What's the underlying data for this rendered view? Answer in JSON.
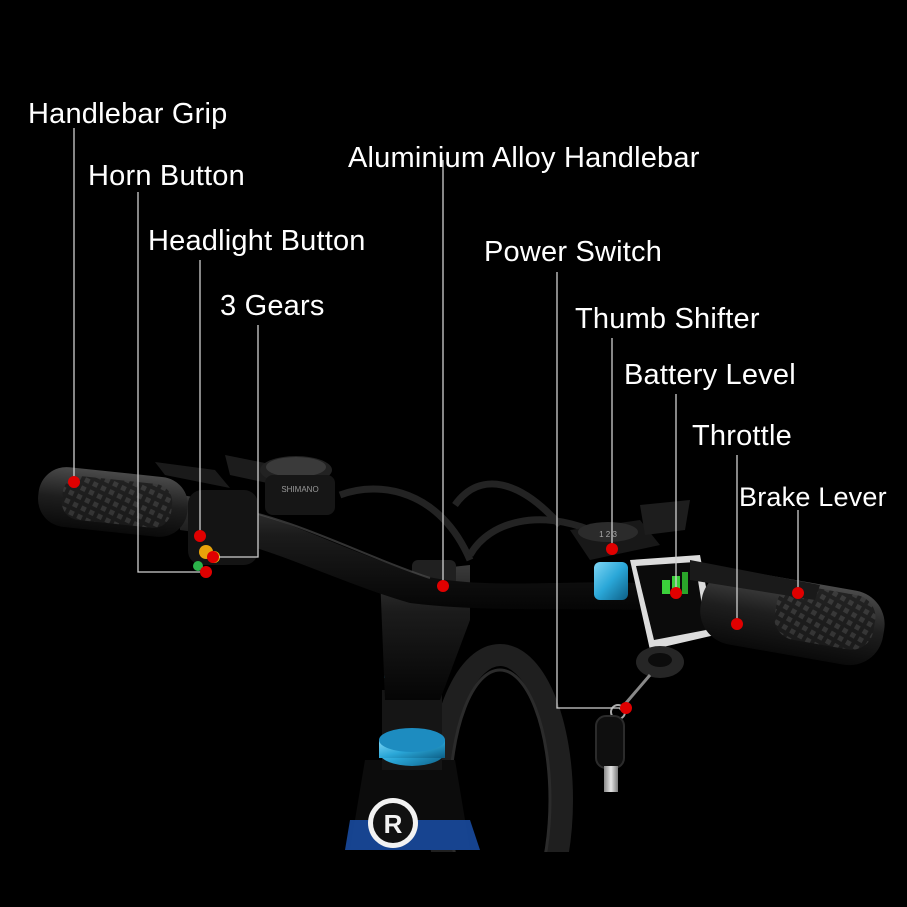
{
  "labels": {
    "handlebar_grip": "Handlebar Grip",
    "horn_button": "Horn Button",
    "headlight_button": "Headlight Button",
    "gears": "3 Gears",
    "handlebar": "Aluminium Alloy Handlebar",
    "power_switch": "Power Switch",
    "thumb_shifter": "Thumb Shifter",
    "battery_level": "Battery Level",
    "throttle": "Throttle",
    "brake_lever": "Brake Lever"
  },
  "colors": {
    "background": "#000000",
    "label_text": "#ffffff",
    "leader_line": "#cfcfcf",
    "marker_dot": "#e00000",
    "accent_blue": "#2aa7d8",
    "battery_green": "#3bd13b"
  }
}
